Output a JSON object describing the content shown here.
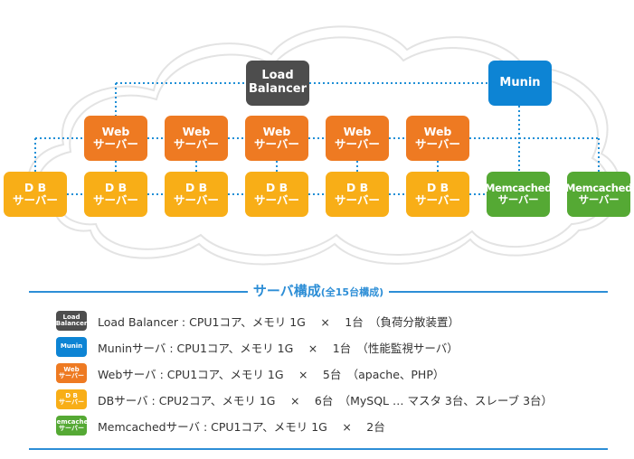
{
  "diagram": {
    "load_balancer": [
      "Load",
      "Balancer"
    ],
    "munin": "Munin",
    "web": [
      "Web",
      "サーバー"
    ],
    "db": [
      "D B",
      "サーバー"
    ],
    "memcached": [
      "Memcached",
      "サーバー"
    ],
    "colors": {
      "load_balancer": "#4d4d4d",
      "munin": "#0d84d4",
      "web": "#ee7a22",
      "db": "#f8ae17",
      "memcached": "#55a934",
      "connector": "#1f8fd6",
      "cloud_outline": "#e3e3e3"
    }
  },
  "section": {
    "title": "サーバ構成",
    "subtitle": "(全15台構成)"
  },
  "legend": [
    {
      "badge": [
        "Load",
        "Balancer"
      ],
      "color": "#4d4d4d",
      "text": "Load Balancer : CPU1コア、メモリ 1G　 ×　 1台　（負荷分散装置）"
    },
    {
      "badge": [
        "Munin"
      ],
      "color": "#0d84d4",
      "text": "Muninサーバ : CPU1コア、メモリ 1G　 ×　 1台　（性能監視サーバ）"
    },
    {
      "badge": [
        "Web",
        "サーバー"
      ],
      "color": "#ee7a22",
      "text": "Webサーバ : CPU1コア、メモリ 1G　 ×　 5台　（apache、PHP）"
    },
    {
      "badge": [
        "D B",
        "サーバー"
      ],
      "color": "#f8ae17",
      "text": "DBサーバ : CPU2コア、メモリ 1G　 ×　 6台　（MySQL … マスタ 3台、スレーブ 3台）"
    },
    {
      "badge": [
        "Memcached",
        "サーバー"
      ],
      "color": "#55a934",
      "text": "Memcachedサーバ : CPU1コア、メモリ 1G　 ×　 2台"
    }
  ]
}
